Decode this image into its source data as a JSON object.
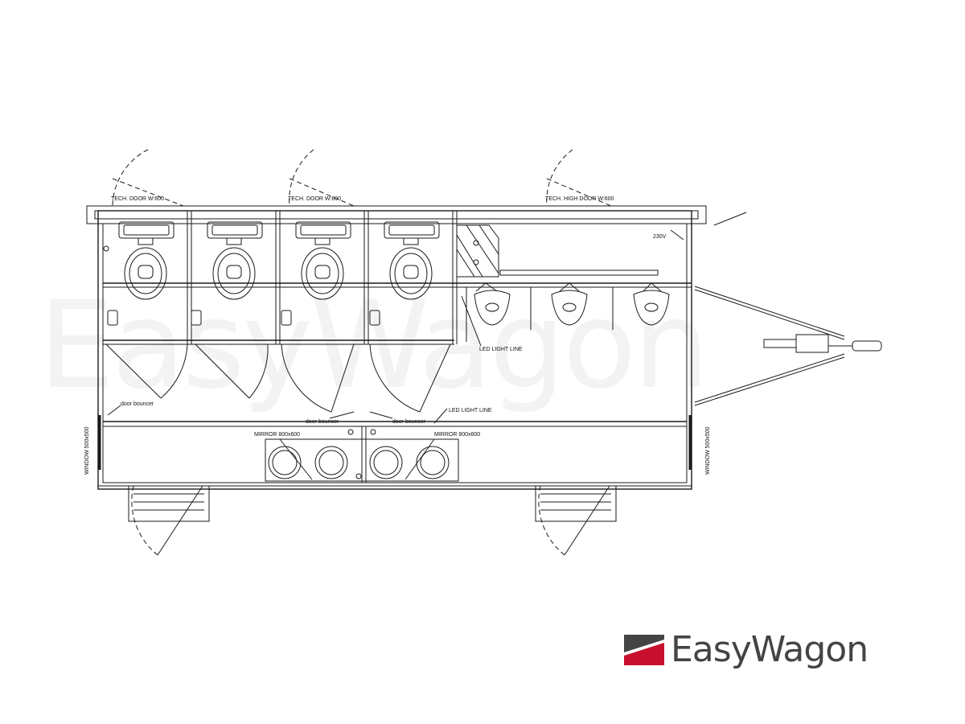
{
  "labels": {
    "tech_door_1": "TECH. DOOR W:600",
    "tech_door_2": "TECH. DOOR W:600",
    "tech_high_door": "TECH. HIGH DOOR W:600",
    "voltage": "230V",
    "led_line_1": "LED LIGHT LINE",
    "led_line_2": "LED LIGHT LINE",
    "door_bouncer_1": "door bouncer",
    "door_bouncer_2": "door bouncer",
    "door_bouncer_3": "door bouncer",
    "mirror_1": "MIRROR 800x600",
    "mirror_2": "MIRROR 800x600",
    "window_left": "WINDOW 500x500",
    "window_right": "WINDOW 500x500"
  },
  "brand": {
    "name": "EasyWagon",
    "watermark": "EasyWagon",
    "colors": {
      "red": "#c8102e",
      "dark": "#444444"
    }
  },
  "colors": {
    "line": "#1a1a1a",
    "watermark": "#f3f3f3"
  }
}
